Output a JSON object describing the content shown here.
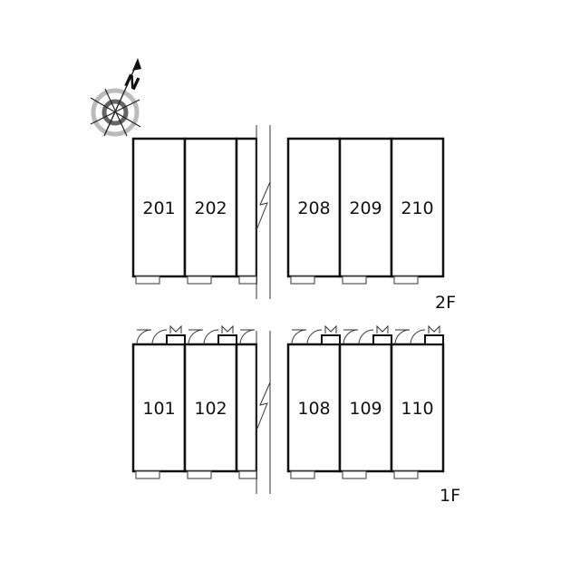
{
  "compass": {
    "label": "N"
  },
  "floors": [
    {
      "name": "2F",
      "rooms": [
        "201",
        "202",
        "",
        "208",
        "209",
        "210"
      ]
    },
    {
      "name": "1F",
      "rooms": [
        "101",
        "102",
        "",
        "108",
        "109",
        "110"
      ]
    }
  ]
}
